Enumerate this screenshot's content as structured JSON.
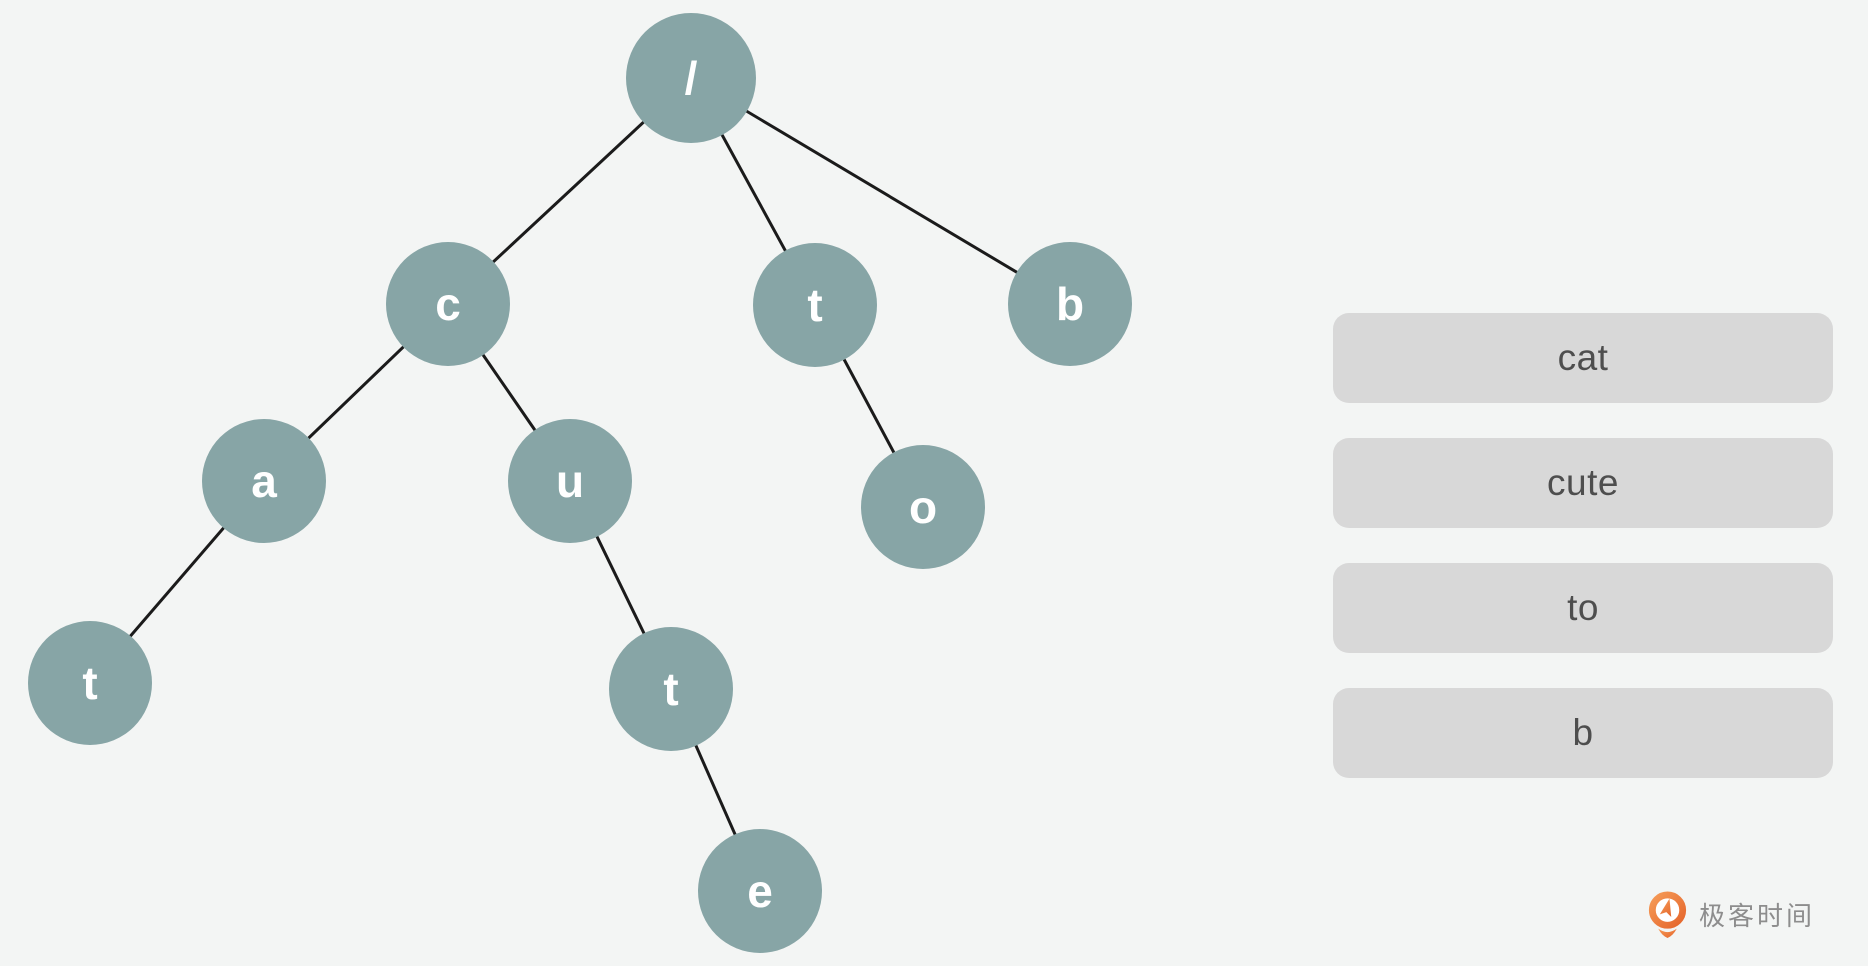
{
  "background_color": "#f3f5f4",
  "trie": {
    "node_color": "#87a5a6",
    "node_label_color": "#ffffff",
    "edge_color": "#1b1b1b",
    "nodes": [
      {
        "id": "root",
        "label": "/",
        "parent": null
      },
      {
        "id": "c",
        "label": "c",
        "parent": "root"
      },
      {
        "id": "t1",
        "label": "t",
        "parent": "root"
      },
      {
        "id": "b1",
        "label": "b",
        "parent": "root"
      },
      {
        "id": "a",
        "label": "a",
        "parent": "c"
      },
      {
        "id": "u",
        "label": "u",
        "parent": "c"
      },
      {
        "id": "o",
        "label": "o",
        "parent": "t1"
      },
      {
        "id": "t2",
        "label": "t",
        "parent": "a"
      },
      {
        "id": "t3",
        "label": "t",
        "parent": "u"
      },
      {
        "id": "e",
        "label": "e",
        "parent": "t3"
      }
    ]
  },
  "words": [
    {
      "label": "cat"
    },
    {
      "label": "cute"
    },
    {
      "label": "to"
    },
    {
      "label": "b"
    }
  ],
  "word_chip": {
    "fill": "#d8d8d8",
    "text_color": "#4e4e4e"
  },
  "branding": {
    "logo_text": "极客时间",
    "logo_color": "#ed7036",
    "logo_text_color": "#8d8d8d"
  }
}
